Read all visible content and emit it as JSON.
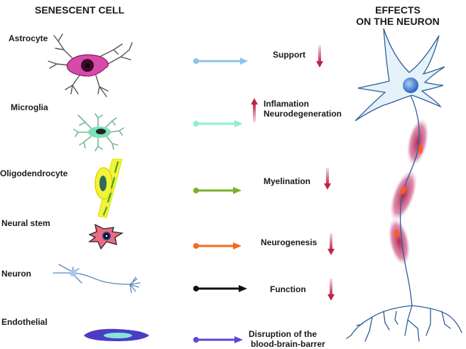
{
  "headers": {
    "left": "SENESCENT CELL",
    "right_line1": "EFFECTS",
    "right_line2": "ON THE NEURON"
  },
  "rows": [
    {
      "cell": "Astrocyte",
      "effect_lines": [
        "Support"
      ],
      "direction": "down",
      "arrow_color": "#8cc4e8",
      "cell_color": "#d64aa8"
    },
    {
      "cell": "Microglia",
      "effect_lines": [
        "Inflamation",
        "Neurodegeneration"
      ],
      "direction": "up",
      "arrow_color": "#8ff0cf",
      "cell_color": "#6fd3a8"
    },
    {
      "cell": "Oligodendrocyte",
      "effect_lines": [
        "Myelination"
      ],
      "direction": "down",
      "arrow_color": "#7ab12a",
      "cell_color": "#f4f23a"
    },
    {
      "cell": "Neural stem",
      "effect_lines": [
        "Neurogenesis"
      ],
      "direction": "down",
      "arrow_color": "#f26a22",
      "cell_color": "#ee6c82"
    },
    {
      "cell": "Neuron",
      "effect_lines": [
        "Function"
      ],
      "direction": "down",
      "arrow_color": "#111111",
      "cell_color": "#5b86c0"
    },
    {
      "cell": "Endothelial",
      "effect_lines": [
        "Disruption of the",
        "blood-brain-barrer"
      ],
      "direction": "none",
      "arrow_color": "#5a49d6",
      "cell_color": "#4b3cc4"
    }
  ],
  "colors": {
    "effect_arrow": "#c0234a",
    "neuron_outline": "#2f5d99",
    "neuron_fill": "#e6f2fa",
    "myelin": "#b01e4e",
    "node": "#ff5a1a"
  }
}
